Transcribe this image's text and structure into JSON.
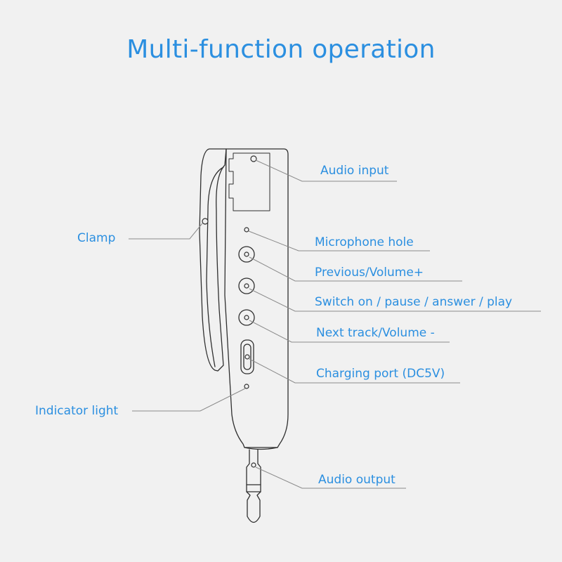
{
  "title": "Multi-function operation",
  "colors": {
    "accent": "#2b8fe0",
    "line": "#8a8a8a",
    "outline": "#2f2f2f",
    "background": "#f1f1f1"
  },
  "labels": {
    "audio_input": "Audio input",
    "clamp": "Clamp",
    "microphone_hole": "Microphone hole",
    "previous_volume_up": "Previous/Volume+",
    "switch_on": "Switch on / pause / answer / play",
    "next_track": "Next track/Volume -",
    "charging_port": "Charging port (DC5V)",
    "indicator_light": "Indicator light",
    "audio_output": "Audio output"
  }
}
